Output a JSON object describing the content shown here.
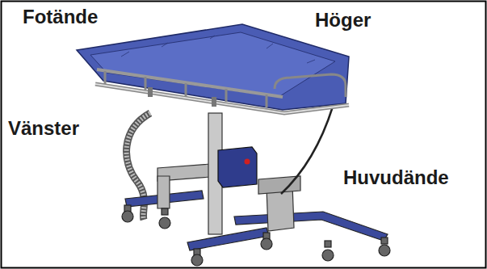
{
  "diagram": {
    "labels": [
      "Fotände",
      "Höger",
      "Vänster",
      "Huvudände"
    ]
  }
}
